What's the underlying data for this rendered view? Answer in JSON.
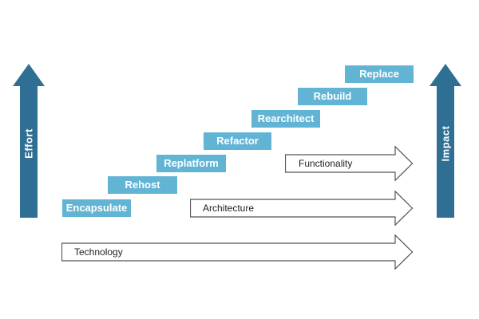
{
  "colors": {
    "axis_arrow": "#2f6f94",
    "step_box": "#62b4d5",
    "step_text": "#ffffff",
    "outline_stroke": "#555555",
    "outline_text": "#222222"
  },
  "axes": {
    "left_label": "Effort",
    "right_label": "Impact"
  },
  "steps": [
    "Encapsulate",
    "Rehost",
    "Replatform",
    "Refactor",
    "Rearchitect",
    "Rebuild",
    "Replace"
  ],
  "layers": {
    "functionality": "Functionality",
    "architecture": "Architecture",
    "technology": "Technology"
  }
}
